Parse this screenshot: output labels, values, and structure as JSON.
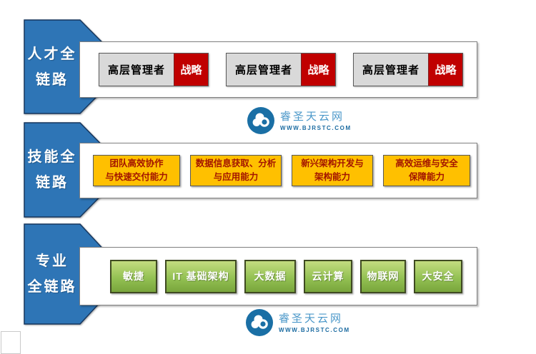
{
  "colors": {
    "arrow_blue": "#2e75b6",
    "arrow_border": "#17375e",
    "manager_gray": "#d9d9d9",
    "strategy_red": "#c00000",
    "skill_orange": "#ffc000",
    "skill_text": "#a31500",
    "domain_green": "#93c153",
    "logo_blue": "#1a6fa5"
  },
  "logo": {
    "name": "睿圣天云网",
    "url": "WWW.BJRSTC.COM"
  },
  "sections": [
    {
      "label_line1": "人才全",
      "label_line2": "链路",
      "items": [
        {
          "role": "高层管理者",
          "tag": "战略"
        },
        {
          "role": "高层管理者",
          "tag": "战略"
        },
        {
          "role": "高层管理者",
          "tag": "战略"
        }
      ]
    },
    {
      "label_line1": "技能全",
      "label_line2": "链路",
      "items": [
        {
          "line1": "团队高效协作",
          "line2": "与快速交付能力"
        },
        {
          "line1": "数据信息获取、分析",
          "line2": "与应用能力"
        },
        {
          "line1": "新兴架构开发与",
          "line2": "架构能力"
        },
        {
          "line1": "高效运维与安全",
          "line2": "保障能力"
        }
      ]
    },
    {
      "label_line1": "专业",
      "label_line2": "全链路",
      "items": [
        {
          "label": "敏捷"
        },
        {
          "label": "IT 基础架构"
        },
        {
          "label": "大数据"
        },
        {
          "label": "云计算"
        },
        {
          "label": "物联网"
        },
        {
          "label": "大安全"
        }
      ]
    }
  ]
}
